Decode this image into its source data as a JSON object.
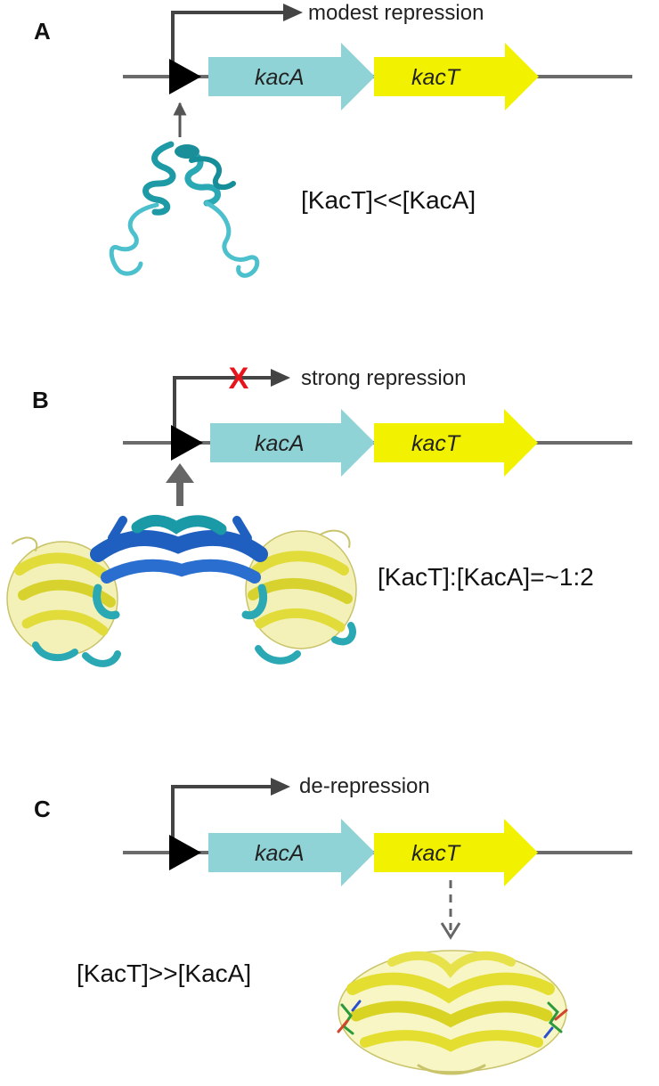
{
  "panels": {
    "a": {
      "label": "A",
      "transcription": "modest repression",
      "gene1": "kacA",
      "gene2": "kacT",
      "ratio": "[KacT]<<[KacA]"
    },
    "b": {
      "label": "B",
      "transcription": "strong repression",
      "block_mark": "X",
      "gene1": "kacA",
      "gene2": "kacT",
      "ratio": "[KacT]:[KacA]=~1:2"
    },
    "c": {
      "label": "C",
      "transcription": "de-repression",
      "gene1": "kacA",
      "gene2": "kacT",
      "ratio": "[KacT]>>[KacA]"
    }
  },
  "colors": {
    "dna_line": "#6b6b6b",
    "kacA_gene": "#8fd3d6",
    "kacT_gene": "#f2f200",
    "arrow": "#444444",
    "promoter": "#000000",
    "block_x": "#e8141b",
    "kacA_protein": "#3cb8c4",
    "kacA_protein_dark": "#1f5fbf",
    "kacT_protein": "#e6e24a",
    "kacT_protein_edge": "#a8a21a"
  }
}
